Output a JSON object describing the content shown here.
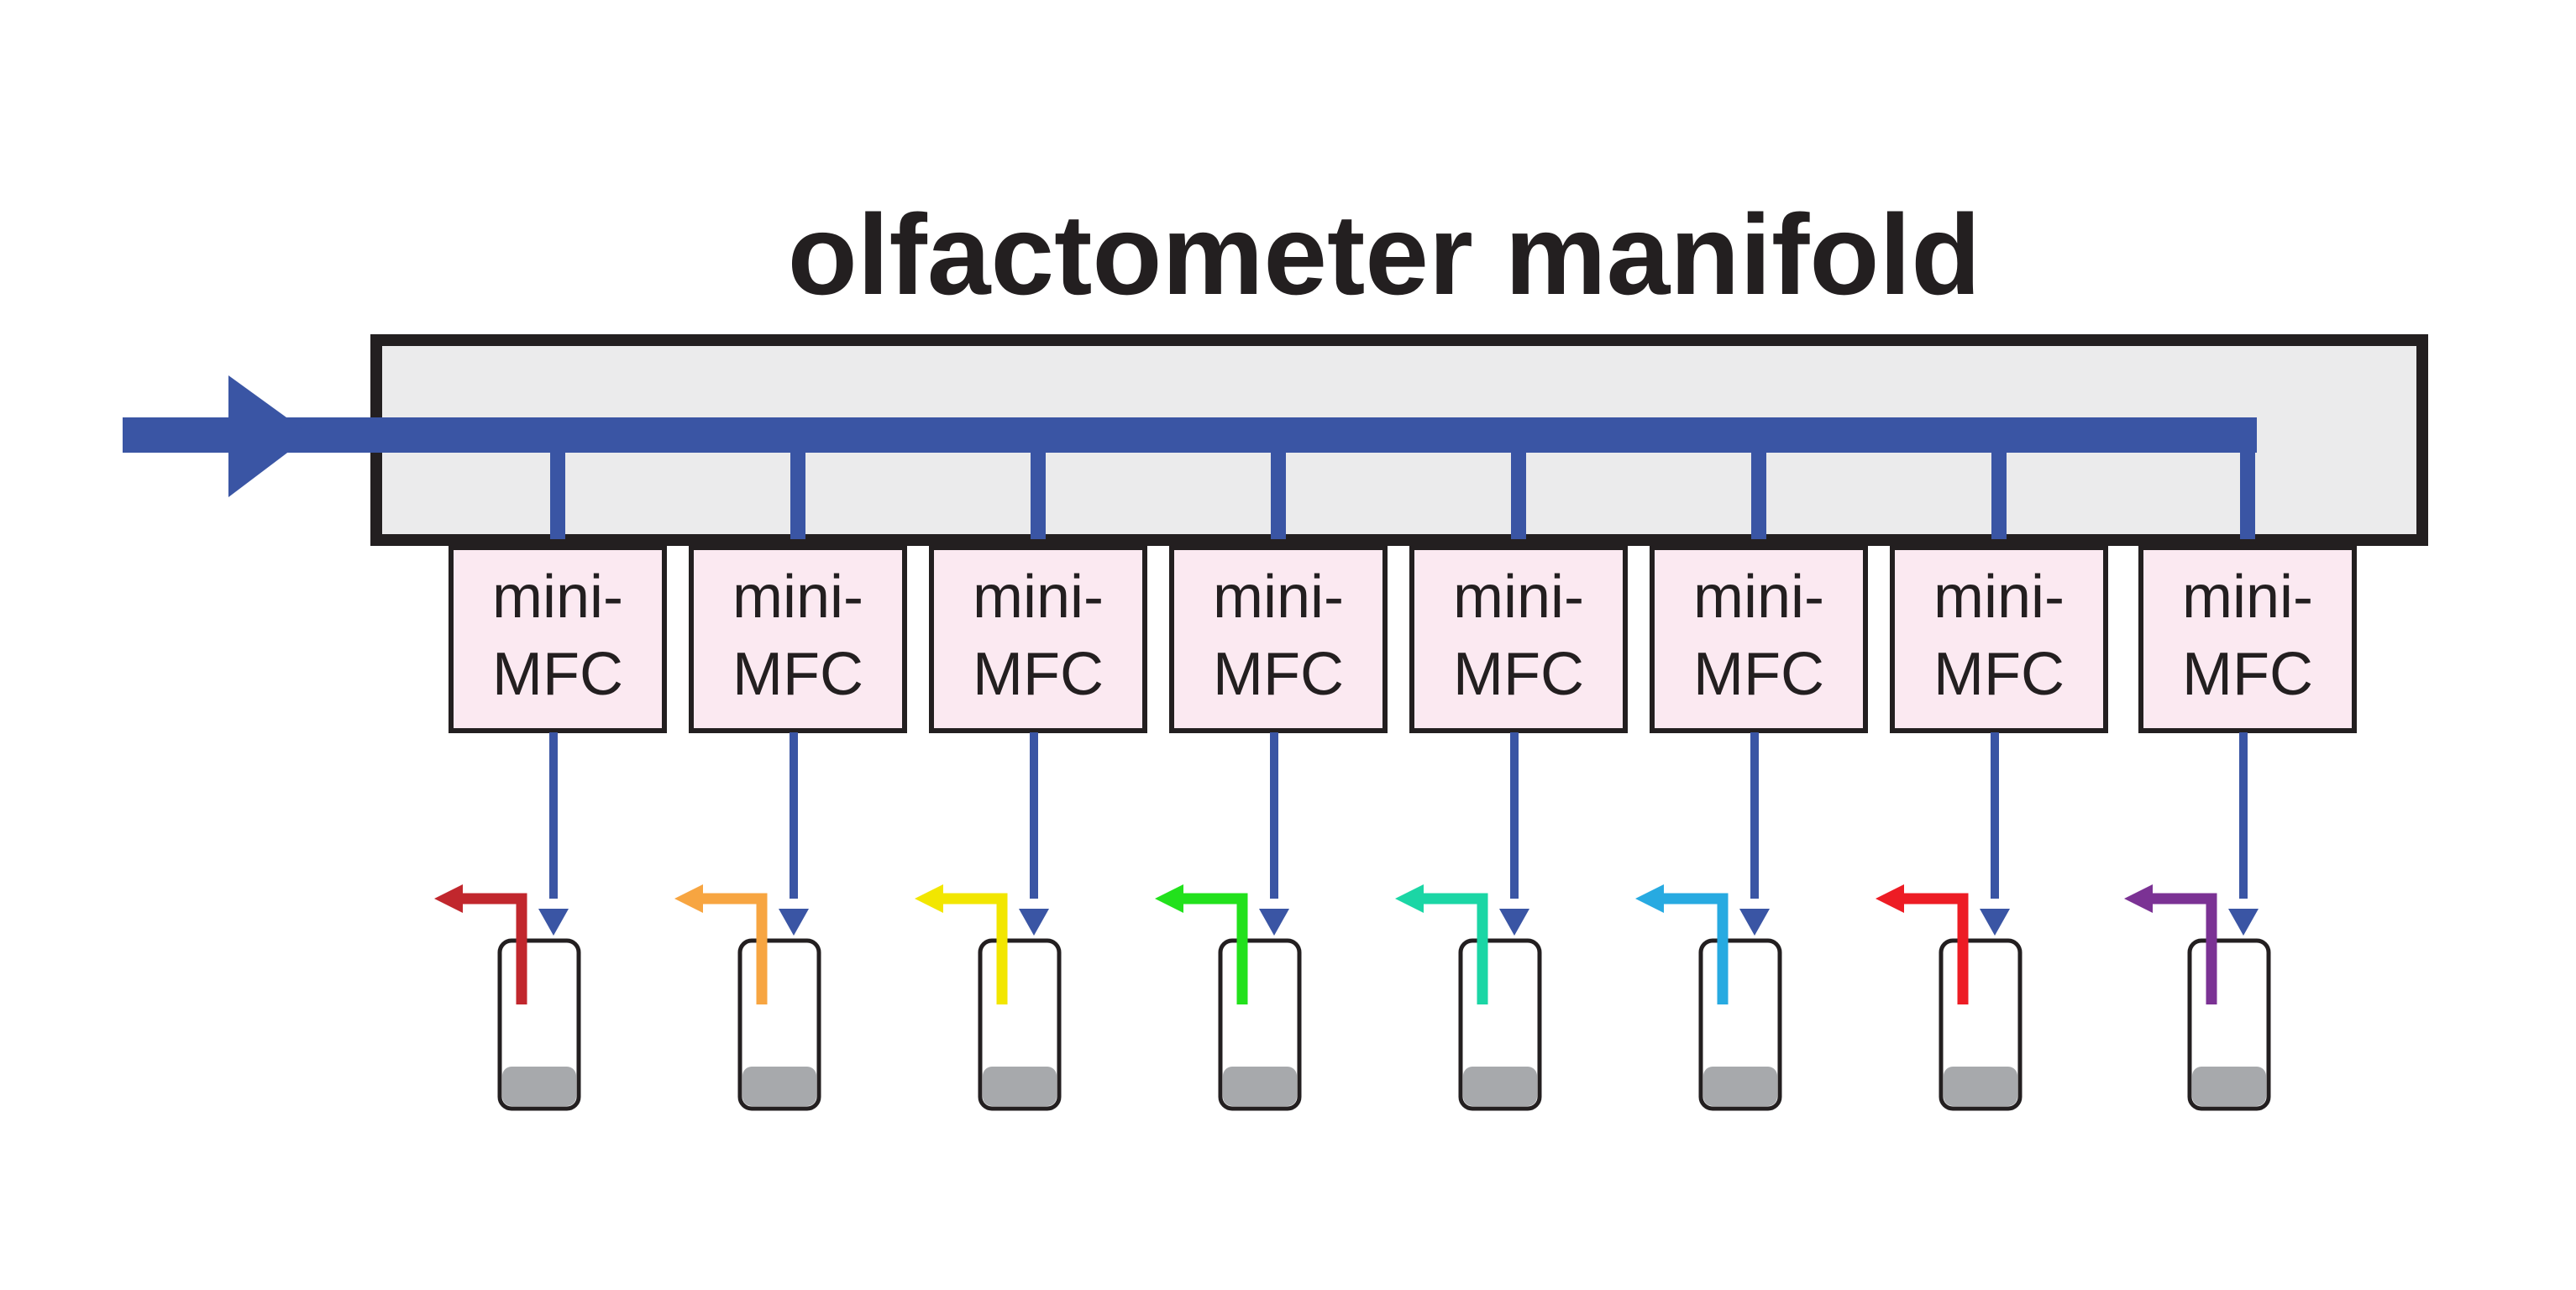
{
  "title": "olfactometer manifold",
  "colors": {
    "manifold_fill": "#ebebec",
    "manifold_stroke": "#231f20",
    "main_flow": "#3a55a4",
    "mfc_fill": "#fbe9f1",
    "mfc_stroke": "#231f20",
    "vial_liquid": "#a7a9ac"
  },
  "mfc_units": [
    {
      "line1": "mini-",
      "line2": "MFC",
      "outlet_color": "#c1272d"
    },
    {
      "line1": "mini-",
      "line2": "MFC",
      "outlet_color": "#f7a541"
    },
    {
      "line1": "mini-",
      "line2": "MFC",
      "outlet_color": "#f2e600"
    },
    {
      "line1": "mini-",
      "line2": "MFC",
      "outlet_color": "#22e11c"
    },
    {
      "line1": "mini-",
      "line2": "MFC",
      "outlet_color": "#1bd6a5"
    },
    {
      "line1": "mini-",
      "line2": "MFC",
      "outlet_color": "#27aae1"
    },
    {
      "line1": "mini-",
      "line2": "MFC",
      "outlet_color": "#ed1c24"
    },
    {
      "line1": "mini-",
      "line2": "MFC",
      "outlet_color": "#7b3294"
    }
  ]
}
